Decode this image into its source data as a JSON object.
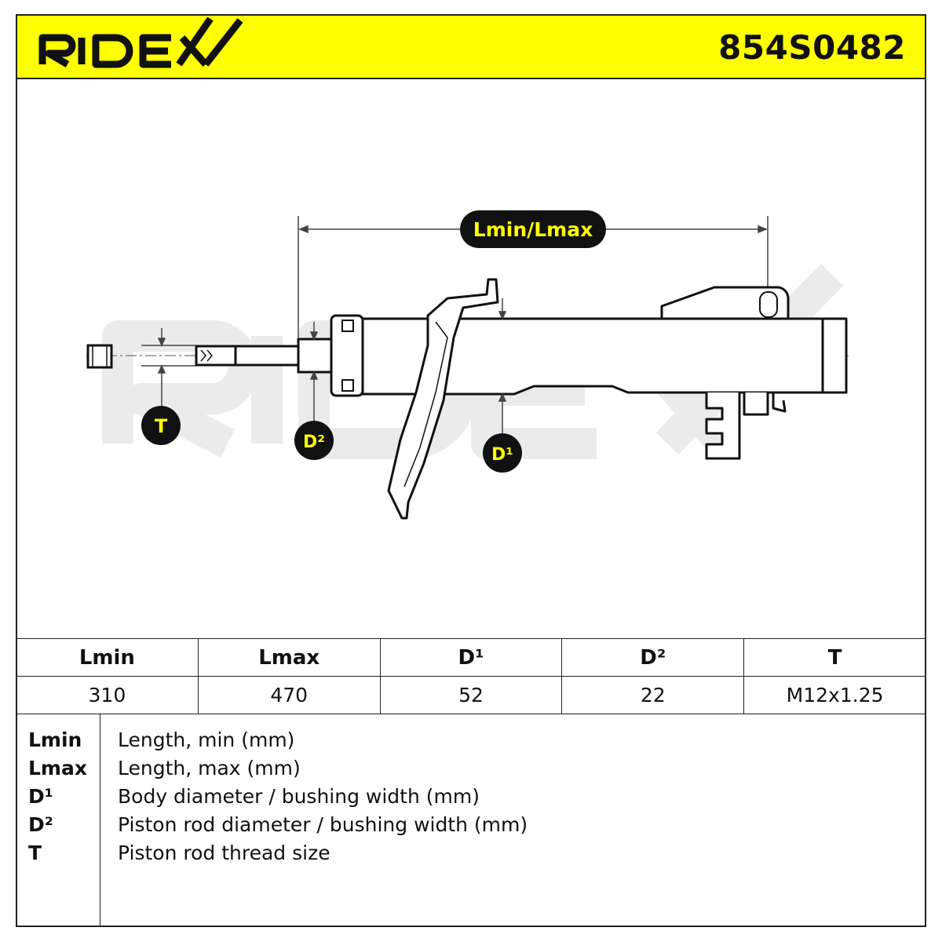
{
  "header": {
    "brand": "RIDEX",
    "part_number": "854S0482"
  },
  "drawing": {
    "dim_length_label": "Lmin/Lmax",
    "dim_t_label": "T",
    "dim_d1_label": "D¹",
    "dim_d2_label": "D²",
    "watermark": "RIDEX"
  },
  "specs": {
    "headers": [
      "Lmin",
      "Lmax",
      "D¹",
      "D²",
      "T"
    ],
    "values": [
      "310",
      "470",
      "52",
      "22",
      "M12x1.25"
    ]
  },
  "legend": [
    {
      "key": "Lmin",
      "desc": "Length, min (mm)"
    },
    {
      "key": "Lmax",
      "desc": "Length, max (mm)"
    },
    {
      "key": "D¹",
      "desc": "Body diameter / bushing width (mm)"
    },
    {
      "key": "D²",
      "desc": "Piston rod diameter / bushing width (mm)"
    },
    {
      "key": "T",
      "desc": "Piston rod thread size"
    }
  ],
  "colors": {
    "header_bg": "#ffff00",
    "badge_bg": "#111111",
    "badge_text": "#ffff00",
    "watermark": "#ebebeb"
  }
}
